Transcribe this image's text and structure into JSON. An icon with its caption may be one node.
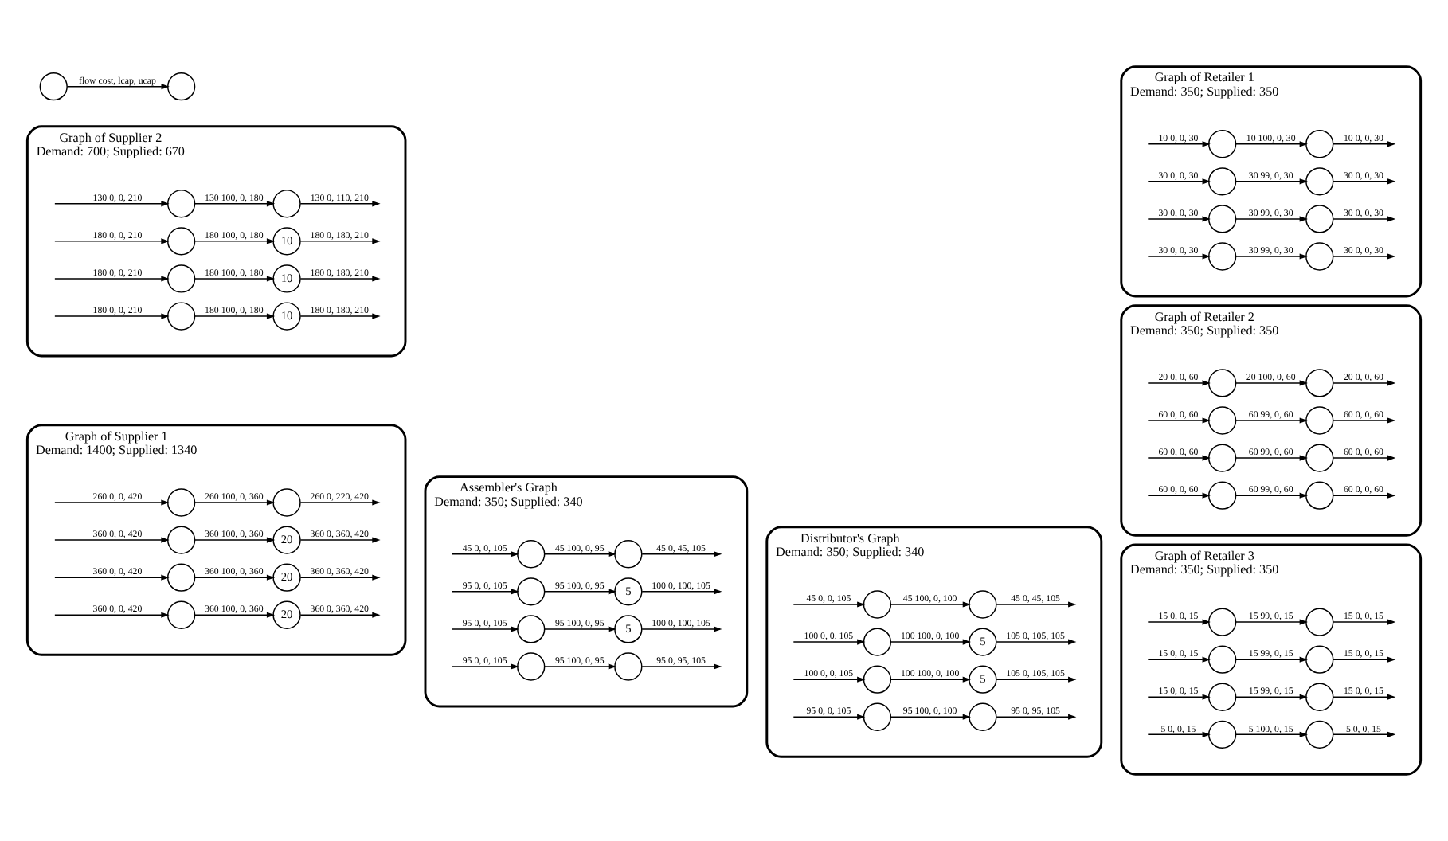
{
  "diagram": {
    "nodes": [
      {
        "text": [
          "Graph of Supplier 1",
          "Demand: 1400; Supplied: 1340"
        ]
      },
      {
        "text": [],
        "shape": "circle",
        "in": 0
      },
      {
        "text": [],
        "shape": "circle",
        "in": 0
      },
      {
        "text": [],
        "shape": "circle",
        "in": 0
      },
      {
        "text": [
          "20"
        ],
        "in": 0
      },
      {
        "text": [],
        "shape": "circle",
        "in": 0
      },
      {
        "text": [
          "20"
        ],
        "in": 0
      },
      {
        "text": [],
        "shape": "circle",
        "in": 0
      },
      {
        "text": [
          "20"
        ],
        "in": 0
      },
      {
        "text": [
          "Graph of Retailer 1",
          "Demand: 350; Supplied: 350"
        ]
      },
      {
        "text": [],
        "shape": "circle",
        "in": 9
      },
      {
        "text": [],
        "shape": "circle",
        "in": 9
      },
      {
        "text": [],
        "shape": "circle",
        "in": 9
      },
      {
        "text": [],
        "shape": "circle",
        "in": 9
      },
      {
        "text": [],
        "shape": "circle",
        "in": 9
      },
      {
        "text": [],
        "shape": "circle",
        "in": 9
      },
      {
        "text": [],
        "shape": "circle",
        "in": 9
      },
      {
        "text": [],
        "shape": "circle",
        "in": 9
      },
      {
        "text": [
          "Assembler's Graph",
          "Demand: 350; Supplied: 340"
        ]
      },
      {
        "text": [],
        "shape": "circle",
        "in": 18
      },
      {
        "text": [],
        "shape": "circle",
        "in": 18
      },
      {
        "text": [],
        "shape": "circle",
        "in": 18
      },
      {
        "text": [
          "5"
        ],
        "in": 18
      },
      {
        "text": [],
        "shape": "circle",
        "in": 18
      },
      {
        "text": [
          "5"
        ],
        "in": 18
      },
      {
        "text": [],
        "shape": "circle",
        "in": 18
      },
      {
        "text": [],
        "shape": "circle",
        "in": 18
      },
      {
        "text": [
          "Distributor's Graph",
          "Demand: 350; Supplied: 340"
        ]
      },
      {
        "text": [],
        "shape": "circle",
        "in": 27
      },
      {
        "text": [],
        "shape": "circle",
        "in": 27
      },
      {
        "text": [],
        "shape": "circle",
        "in": 27
      },
      {
        "text": [
          "5"
        ],
        "in": 27
      },
      {
        "text": [],
        "shape": "circle",
        "in": 27
      },
      {
        "text": [
          "5"
        ],
        "in": 27
      },
      {
        "text": [],
        "shape": "circle",
        "in": 27
      },
      {
        "text": [],
        "shape": "circle",
        "in": 27
      },
      {
        "text": [
          "Graph of Retailer 2",
          "Demand: 350; Supplied: 350"
        ]
      },
      {
        "text": [],
        "shape": "circle",
        "in": 36
      },
      {
        "text": [],
        "shape": "circle",
        "in": 36
      },
      {
        "text": [],
        "shape": "circle",
        "in": 36
      },
      {
        "text": [],
        "shape": "circle",
        "in": 36
      },
      {
        "text": [],
        "shape": "circle",
        "in": 36
      },
      {
        "text": [],
        "shape": "circle",
        "in": 36
      },
      {
        "text": [],
        "shape": "circle",
        "in": 36
      },
      {
        "text": [],
        "shape": "circle",
        "in": 36
      },
      {
        "text": [
          "Graph of Supplier 2",
          "Demand: 700; Supplied: 670"
        ]
      },
      {
        "text": [],
        "shape": "circle",
        "in": 45
      },
      {
        "text": [],
        "shape": "circle",
        "in": 45
      },
      {
        "text": [],
        "shape": "circle",
        "in": 45
      },
      {
        "text": [
          "10"
        ],
        "in": 45
      },
      {
        "text": [],
        "shape": "circle",
        "in": 45
      },
      {
        "text": [
          "10"
        ],
        "in": 45
      },
      {
        "text": [],
        "shape": "circle",
        "in": 45
      },
      {
        "text": [
          "10"
        ],
        "in": 45
      },
      {
        "text": [],
        "shape": "circle"
      },
      {
        "text": [],
        "shape": "circle"
      },
      {
        "text": [
          "Graph of Retailer 3",
          "Demand: 350; Supplied: 350"
        ]
      },
      {
        "text": [],
        "shape": "circle",
        "in": 56
      },
      {
        "text": [],
        "shape": "circle",
        "in": 56
      },
      {
        "text": [],
        "shape": "circle",
        "in": 56
      },
      {
        "text": [],
        "shape": "circle",
        "in": 56
      },
      {
        "text": [],
        "shape": "circle",
        "in": 56
      },
      {
        "text": [],
        "shape": "circle",
        "in": 56
      },
      {
        "text": [],
        "shape": "circle",
        "in": 56
      },
      {
        "text": [],
        "shape": "circle",
        "in": 56
      }
    ],
    "edges": [
      {
        "from": null,
        "to": 1,
        "arrow": "to",
        "label": "260 0, 0, 420"
      },
      {
        "from": 1,
        "to": 2,
        "arrow": "to",
        "label": "260 100, 0, 360"
      },
      {
        "from": 2,
        "to": null,
        "arrow": "to",
        "label": "260 0, 220, 420"
      },
      {
        "from": null,
        "to": 3,
        "arrow": "to",
        "label": "360 0, 0, 420"
      },
      {
        "from": 3,
        "to": 4,
        "arrow": "to",
        "label": "360 100, 0, 360"
      },
      {
        "from": 4,
        "to": null,
        "arrow": "to",
        "label": "360 0, 360, 420"
      },
      {
        "from": null,
        "to": 5,
        "arrow": "to",
        "label": "360 0, 0, 420"
      },
      {
        "from": 5,
        "to": 6,
        "arrow": "to",
        "label": "360 100, 0, 360"
      },
      {
        "from": 6,
        "to": null,
        "arrow": "to",
        "label": "360 0, 360, 420"
      },
      {
        "from": null,
        "to": 7,
        "arrow": "to",
        "label": "360 0, 0, 420"
      },
      {
        "from": 7,
        "to": 8,
        "arrow": "to",
        "label": "360 100, 0, 360"
      },
      {
        "from": 8,
        "to": null,
        "arrow": "to",
        "label": "360 0, 360, 420"
      },
      {
        "from": null,
        "to": 10,
        "arrow": "to",
        "label": "10 0, 0, 30"
      },
      {
        "from": 10,
        "to": 11,
        "arrow": "to",
        "label": "10 100, 0, 30"
      },
      {
        "from": 11,
        "to": null,
        "arrow": "to",
        "label": "10 0, 0, 30"
      },
      {
        "from": null,
        "to": 12,
        "arrow": "to",
        "label": "30 0, 0, 30"
      },
      {
        "from": 12,
        "to": 13,
        "arrow": "to",
        "label": "30 99, 0, 30"
      },
      {
        "from": 13,
        "to": null,
        "arrow": "to",
        "label": "30 0, 0, 30"
      },
      {
        "from": null,
        "to": 14,
        "arrow": "to",
        "label": "30 0, 0, 30"
      },
      {
        "from": 14,
        "to": 15,
        "arrow": "to",
        "label": "30 99, 0, 30"
      },
      {
        "from": 15,
        "to": null,
        "arrow": "to",
        "label": "30 0, 0, 30"
      },
      {
        "from": null,
        "to": 16,
        "arrow": "to",
        "label": "30 0, 0, 30"
      },
      {
        "from": 16,
        "to": 17,
        "arrow": "to",
        "label": "30 99, 0, 30"
      },
      {
        "from": 17,
        "to": null,
        "arrow": "to",
        "label": "30 0, 0, 30"
      },
      {
        "from": null,
        "to": 19,
        "arrow": "to",
        "label": "45 0, 0, 105"
      },
      {
        "from": 19,
        "to": 20,
        "arrow": "to",
        "label": "45 100, 0, 95"
      },
      {
        "from": 20,
        "to": null,
        "arrow": "to",
        "label": "45 0, 45, 105"
      },
      {
        "from": null,
        "to": 21,
        "arrow": "to",
        "label": "95 0, 0, 105"
      },
      {
        "from": 21,
        "to": 22,
        "arrow": "to",
        "label": "95 100, 0, 95"
      },
      {
        "from": 22,
        "to": null,
        "arrow": "to",
        "label": "100 0, 100, 105"
      },
      {
        "from": null,
        "to": 23,
        "arrow": "to",
        "label": "95 0, 0, 105"
      },
      {
        "from": 23,
        "to": 24,
        "arrow": "to",
        "label": "95 100, 0, 95"
      },
      {
        "from": 24,
        "to": null,
        "arrow": "to",
        "label": "100 0, 100, 105"
      },
      {
        "from": null,
        "to": 25,
        "arrow": "to",
        "label": "95 0, 0, 105"
      },
      {
        "from": 25,
        "to": 26,
        "arrow": "to",
        "label": "95 100, 0, 95"
      },
      {
        "from": 26,
        "to": null,
        "arrow": "to",
        "label": "95 0, 95, 105"
      },
      {
        "from": null,
        "to": 28,
        "arrow": "to",
        "label": "45 0, 0, 105"
      },
      {
        "from": 28,
        "to": 29,
        "arrow": "to",
        "label": "45 100, 0, 100"
      },
      {
        "from": 29,
        "to": null,
        "arrow": "to",
        "label": "45 0, 45, 105"
      },
      {
        "from": null,
        "to": 30,
        "arrow": "to",
        "label": "100 0, 0, 105"
      },
      {
        "from": 30,
        "to": 31,
        "arrow": "to",
        "label": "100 100, 0, 100"
      },
      {
        "from": 31,
        "to": null,
        "arrow": "to",
        "label": "105 0, 105, 105"
      },
      {
        "from": null,
        "to": 32,
        "arrow": "to",
        "label": "100 0, 0, 105"
      },
      {
        "from": 32,
        "to": 33,
        "arrow": "to",
        "label": "100 100, 0, 100"
      },
      {
        "from": 33,
        "to": null,
        "arrow": "to",
        "label": "105 0, 105, 105"
      },
      {
        "from": null,
        "to": 34,
        "arrow": "to",
        "label": "95 0, 0, 105"
      },
      {
        "from": 34,
        "to": 35,
        "arrow": "to",
        "label": "95 100, 0, 100"
      },
      {
        "from": 35,
        "to": null,
        "arrow": "to",
        "label": "95 0, 95, 105"
      },
      {
        "from": null,
        "to": 37,
        "arrow": "to",
        "label": "20 0, 0, 60"
      },
      {
        "from": 37,
        "to": 38,
        "arrow": "to",
        "label": "20 100, 0, 60"
      },
      {
        "from": 38,
        "to": null,
        "arrow": "to",
        "label": "20 0, 0, 60"
      },
      {
        "from": null,
        "to": 39,
        "arrow": "to",
        "label": "60 0, 0, 60"
      },
      {
        "from": 39,
        "to": 40,
        "arrow": "to",
        "label": "60 99, 0, 60"
      },
      {
        "from": 40,
        "to": null,
        "arrow": "to",
        "label": "60 0, 0, 60"
      },
      {
        "from": null,
        "to": 41,
        "arrow": "to",
        "label": "60 0, 0, 60"
      },
      {
        "from": 41,
        "to": 42,
        "arrow": "to",
        "label": "60 99, 0, 60"
      },
      {
        "from": 42,
        "to": null,
        "arrow": "to",
        "label": "60 0, 0, 60"
      },
      {
        "from": null,
        "to": 43,
        "arrow": "to",
        "label": "60 0, 0, 60"
      },
      {
        "from": 43,
        "to": 44,
        "arrow": "to",
        "label": "60 99, 0, 60"
      },
      {
        "from": 44,
        "to": null,
        "arrow": "to",
        "label": "60 0, 0, 60"
      },
      {
        "from": null,
        "to": 46,
        "arrow": "to",
        "label": "130 0, 0, 210"
      },
      {
        "from": 46,
        "to": 47,
        "arrow": "to",
        "label": "130 100, 0, 180"
      },
      {
        "from": 47,
        "to": null,
        "arrow": "to",
        "label": "130 0, 110, 210"
      },
      {
        "from": null,
        "to": 48,
        "arrow": "to",
        "label": "180 0, 0, 210"
      },
      {
        "from": 48,
        "to": 49,
        "arrow": "to",
        "label": "180 100, 0, 180"
      },
      {
        "from": 49,
        "to": null,
        "arrow": "to",
        "label": "180 0, 180, 210"
      },
      {
        "from": null,
        "to": 50,
        "arrow": "to",
        "label": "180 0, 0, 210"
      },
      {
        "from": 50,
        "to": 51,
        "arrow": "to",
        "label": "180 100, 0, 180"
      },
      {
        "from": 51,
        "to": null,
        "arrow": "to",
        "label": "180 0, 180, 210"
      },
      {
        "from": null,
        "to": 52,
        "arrow": "to",
        "label": "180 0, 0, 210"
      },
      {
        "from": 52,
        "to": 53,
        "arrow": "to",
        "label": "180 100, 0, 180"
      },
      {
        "from": 53,
        "to": null,
        "arrow": "to",
        "label": "180 0, 180, 210"
      },
      {
        "from": 54,
        "to": 55,
        "arrow": "to",
        "label": "flow cost, lcap, ucap"
      },
      {
        "from": null,
        "to": 57,
        "arrow": "to",
        "label": "15 0, 0, 15"
      },
      {
        "from": 57,
        "to": 58,
        "arrow": "to",
        "label": "15 99, 0, 15"
      },
      {
        "from": 58,
        "to": null,
        "arrow": "to",
        "label": "15 0, 0, 15"
      },
      {
        "from": null,
        "to": 59,
        "arrow": "to",
        "label": "15 0, 0, 15"
      },
      {
        "from": 59,
        "to": 60,
        "arrow": "to",
        "label": "15 99, 0, 15"
      },
      {
        "from": 60,
        "to": null,
        "arrow": "to",
        "label": "15 0, 0, 15"
      },
      {
        "from": null,
        "to": 61,
        "arrow": "to",
        "label": "15 0, 0, 15"
      },
      {
        "from": 61,
        "to": 62,
        "arrow": "to",
        "label": "15 99, 0, 15"
      },
      {
        "from": 62,
        "to": null,
        "arrow": "to",
        "label": "15 0, 0, 15"
      },
      {
        "from": null,
        "to": 63,
        "arrow": "to",
        "label": "5 0, 0, 15"
      },
      {
        "from": 63,
        "to": 64,
        "arrow": "to",
        "label": "5 100, 0, 15"
      },
      {
        "from": 64,
        "to": null,
        "arrow": "to",
        "label": "5 0, 0, 15"
      }
    ]
  }
}
